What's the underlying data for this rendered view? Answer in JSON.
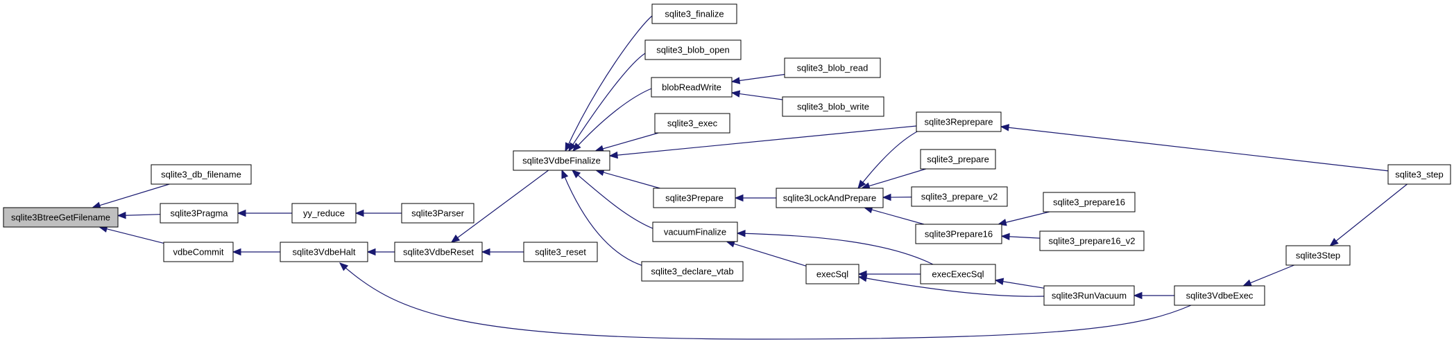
{
  "graph": {
    "colors": {
      "edge": "#191970",
      "root_fill": "#bfbfbf",
      "node_fill": "#ffffff",
      "border": "#000000"
    },
    "nodes": [
      {
        "id": "n0",
        "label": "sqlite3BtreeGetFilename",
        "root": true
      },
      {
        "id": "n1",
        "label": "sqlite3_db_filename"
      },
      {
        "id": "n2",
        "label": "sqlite3Pragma"
      },
      {
        "id": "n3",
        "label": "vdbeCommit"
      },
      {
        "id": "n4",
        "label": "yy_reduce"
      },
      {
        "id": "n5",
        "label": "sqlite3Parser"
      },
      {
        "id": "n6",
        "label": "sqlite3VdbeHalt"
      },
      {
        "id": "n7",
        "label": "sqlite3VdbeReset"
      },
      {
        "id": "n8",
        "label": "sqlite3_reset"
      },
      {
        "id": "n9",
        "label": "sqlite3VdbeFinalize"
      },
      {
        "id": "n10",
        "label": "sqlite3_finalize"
      },
      {
        "id": "n11",
        "label": "sqlite3_blob_open"
      },
      {
        "id": "n12",
        "label": "blobReadWrite"
      },
      {
        "id": "n13",
        "label": "sqlite3_blob_read"
      },
      {
        "id": "n14",
        "label": "sqlite3_blob_write"
      },
      {
        "id": "n15",
        "label": "sqlite3_exec"
      },
      {
        "id": "n16",
        "label": "sqlite3Prepare"
      },
      {
        "id": "n17",
        "label": "sqlite3LockAndPrepare"
      },
      {
        "id": "n18",
        "label": "vacuumFinalize"
      },
      {
        "id": "n19",
        "label": "sqlite3_declare_vtab"
      },
      {
        "id": "n20",
        "label": "execSql"
      },
      {
        "id": "n21",
        "label": "execExecSql"
      },
      {
        "id": "n22",
        "label": "sqlite3Reprepare"
      },
      {
        "id": "n23",
        "label": "sqlite3_prepare"
      },
      {
        "id": "n24",
        "label": "sqlite3_prepare_v2"
      },
      {
        "id": "n25",
        "label": "sqlite3Prepare16"
      },
      {
        "id": "n26",
        "label": "sqlite3_prepare16"
      },
      {
        "id": "n27",
        "label": "sqlite3_prepare16_v2"
      },
      {
        "id": "n28",
        "label": "sqlite3RunVacuum"
      },
      {
        "id": "n29",
        "label": "sqlite3VdbeExec"
      },
      {
        "id": "n30",
        "label": "sqlite3Step"
      },
      {
        "id": "n31",
        "label": "sqlite3_step"
      }
    ],
    "edges": [
      {
        "from": "n1",
        "to": "n0"
      },
      {
        "from": "n2",
        "to": "n0"
      },
      {
        "from": "n3",
        "to": "n0"
      },
      {
        "from": "n4",
        "to": "n2"
      },
      {
        "from": "n5",
        "to": "n4"
      },
      {
        "from": "n6",
        "to": "n3"
      },
      {
        "from": "n7",
        "to": "n6"
      },
      {
        "from": "n29",
        "to": "n6"
      },
      {
        "from": "n8",
        "to": "n7"
      },
      {
        "from": "n9",
        "to": "n7"
      },
      {
        "from": "n10",
        "to": "n9"
      },
      {
        "from": "n11",
        "to": "n9"
      },
      {
        "from": "n12",
        "to": "n9"
      },
      {
        "from": "n15",
        "to": "n9"
      },
      {
        "from": "n22",
        "to": "n9"
      },
      {
        "from": "n16",
        "to": "n9"
      },
      {
        "from": "n18",
        "to": "n9"
      },
      {
        "from": "n19",
        "to": "n9"
      },
      {
        "from": "n13",
        "to": "n12"
      },
      {
        "from": "n14",
        "to": "n12"
      },
      {
        "from": "n17",
        "to": "n16"
      },
      {
        "from": "n22",
        "to": "n17"
      },
      {
        "from": "n23",
        "to": "n17"
      },
      {
        "from": "n24",
        "to": "n17"
      },
      {
        "from": "n25",
        "to": "n17"
      },
      {
        "from": "n26",
        "to": "n25"
      },
      {
        "from": "n27",
        "to": "n25"
      },
      {
        "from": "n21",
        "to": "n18"
      },
      {
        "from": "n20",
        "to": "n18"
      },
      {
        "from": "n21",
        "to": "n20"
      },
      {
        "from": "n28",
        "to": "n20"
      },
      {
        "from": "n28",
        "to": "n21"
      },
      {
        "from": "n29",
        "to": "n28"
      },
      {
        "from": "n30",
        "to": "n29"
      },
      {
        "from": "n31",
        "to": "n30"
      },
      {
        "from": "n31",
        "to": "n22"
      }
    ]
  }
}
